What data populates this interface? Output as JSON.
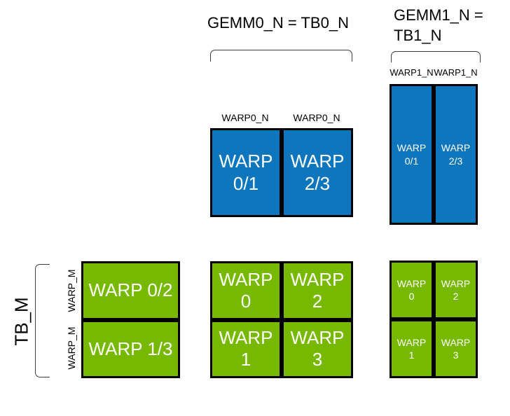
{
  "diagram": {
    "colors": {
      "blue": "#0e76bc",
      "green": "#76b900",
      "border": "#000000",
      "bracket": "#3d3d3d"
    },
    "gemm0": {
      "title": "GEMM0_N = TB0_N",
      "warp_n_labels": [
        "WARP0_N",
        "WARP0_N"
      ],
      "blue_cells": [
        {
          "l1": "WARP",
          "l2": "0/1"
        },
        {
          "l1": "WARP",
          "l2": "2/3"
        }
      ],
      "green_cells": [
        {
          "l1": "WARP",
          "l2": "0"
        },
        {
          "l1": "WARP",
          "l2": "2"
        },
        {
          "l1": "WARP",
          "l2": "1"
        },
        {
          "l1": "WARP",
          "l2": "3"
        }
      ]
    },
    "gemm1": {
      "title_l1": "GEMM1_N =",
      "title_l2": "TB1_N",
      "warp_n_labels": [
        "WARP1_N",
        "WARP1_N"
      ],
      "blue_cells": [
        {
          "l1": "WARP",
          "l2": "0/1"
        },
        {
          "l1": "WARP",
          "l2": "2/3"
        }
      ],
      "green_cells": [
        {
          "l1": "WARP",
          "l2": "0"
        },
        {
          "l1": "WARP",
          "l2": "2"
        },
        {
          "l1": "WARP",
          "l2": "1"
        },
        {
          "l1": "WARP",
          "l2": "3"
        }
      ]
    },
    "left_block": {
      "tb_m_label": "TB_M",
      "warp_m_labels": [
        "WARP_M",
        "WARP_M"
      ],
      "green_cells": [
        "WARP 0/2",
        "WARP 1/3"
      ]
    }
  }
}
